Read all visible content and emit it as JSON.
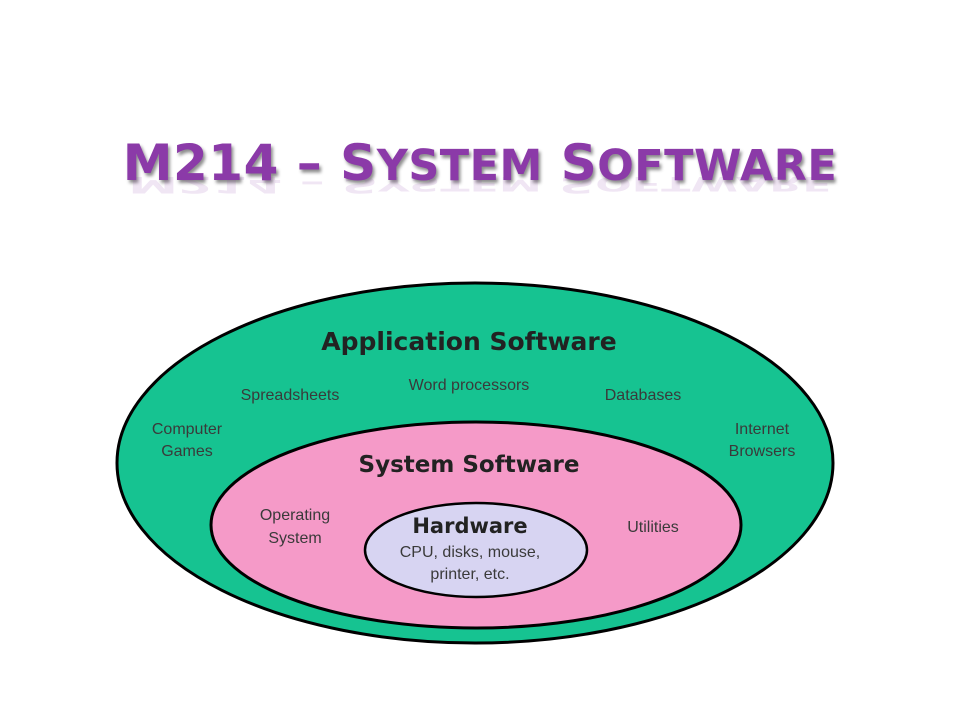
{
  "slide": {
    "title_prefix": "M214 – S",
    "title_part2": "YSTEM",
    "title_space": " S",
    "title_part3": "OFTWARE",
    "title_full": "M214 – SYSTEM SOFTWARE"
  },
  "diagram": {
    "application_layer": {
      "heading": "Application Software",
      "items": [
        "Spreadsheets",
        "Word processors",
        "Databases"
      ],
      "left_item": [
        "Computer",
        "Games"
      ],
      "right_item": [
        "Internet",
        "Browsers"
      ],
      "color": "#16c391"
    },
    "system_layer": {
      "heading": "System Software",
      "left_item": [
        "Operating",
        "System"
      ],
      "right_item": "Utilities",
      "color": "#f59ac8"
    },
    "hardware_layer": {
      "heading": "Hardware",
      "lines": [
        "CPU, disks, mouse,",
        "printer, etc."
      ],
      "color": "#d7d4f2"
    }
  }
}
